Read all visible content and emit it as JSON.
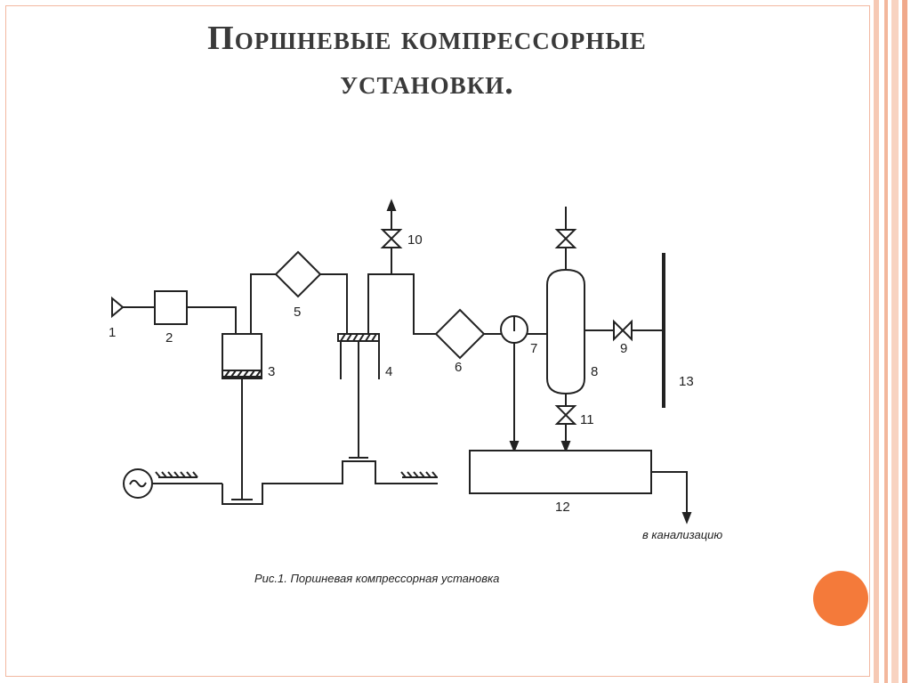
{
  "slide": {
    "title_line1": "Поршневые компрессорные",
    "title_line2": "установки.",
    "accent_color": "#f47a3a",
    "frame_color": "#f2b8a0"
  },
  "diagram": {
    "labels": {
      "n1": "1",
      "n2": "2",
      "n3": "3",
      "n4": "4",
      "n5": "5",
      "n6": "6",
      "n7": "7",
      "n8": "8",
      "n9": "9",
      "n10": "10",
      "n11": "11",
      "n12": "12",
      "n13": "13"
    },
    "drain_label": "в канализацию",
    "caption": "Рис.1. Поршневая компрессорная установка"
  }
}
